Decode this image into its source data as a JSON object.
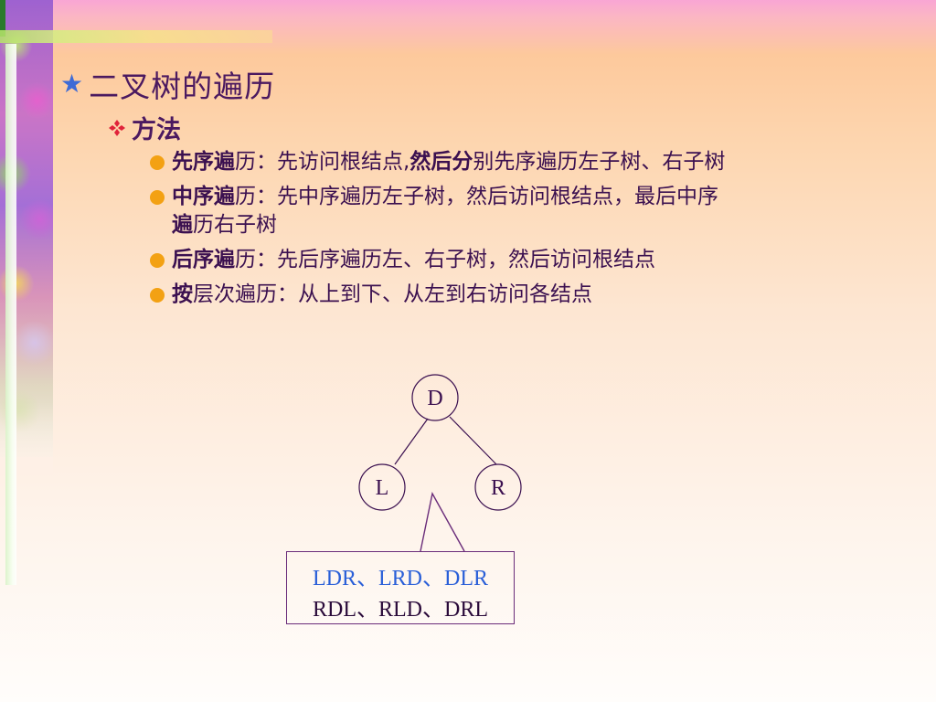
{
  "slide": {
    "title": "二叉树的遍历",
    "subhead": "方法",
    "bullets": [
      {
        "bold1": "先序遍",
        "text1": "历：先访问根结点,",
        "bold2": "然后分",
        "text2": "别先序遍历左子树、右子树"
      },
      {
        "bold1": "中序遍",
        "text1": "历：先中序遍历左子树，然后访问根结点，最后中序",
        "line2_bold": "遍",
        "line2_text": "历右子树"
      },
      {
        "bold1": "后序遍",
        "text1": "历：先后序遍历左、右子树，然后访问根结点"
      },
      {
        "bold1": "按",
        "text1": "层次遍历：从上到下、从左到右访问各结点"
      }
    ]
  },
  "tree": {
    "root": "D",
    "left": "L",
    "right": "R"
  },
  "traversals": {
    "line1": "LDR、LRD、DLR",
    "line2": "RDL、RLD、DRL"
  },
  "colors": {
    "title": "#4b1960",
    "bullet_dot": "#f3a113",
    "star": "#3e6bd6",
    "traversal_line1": "#2a5fd8"
  }
}
